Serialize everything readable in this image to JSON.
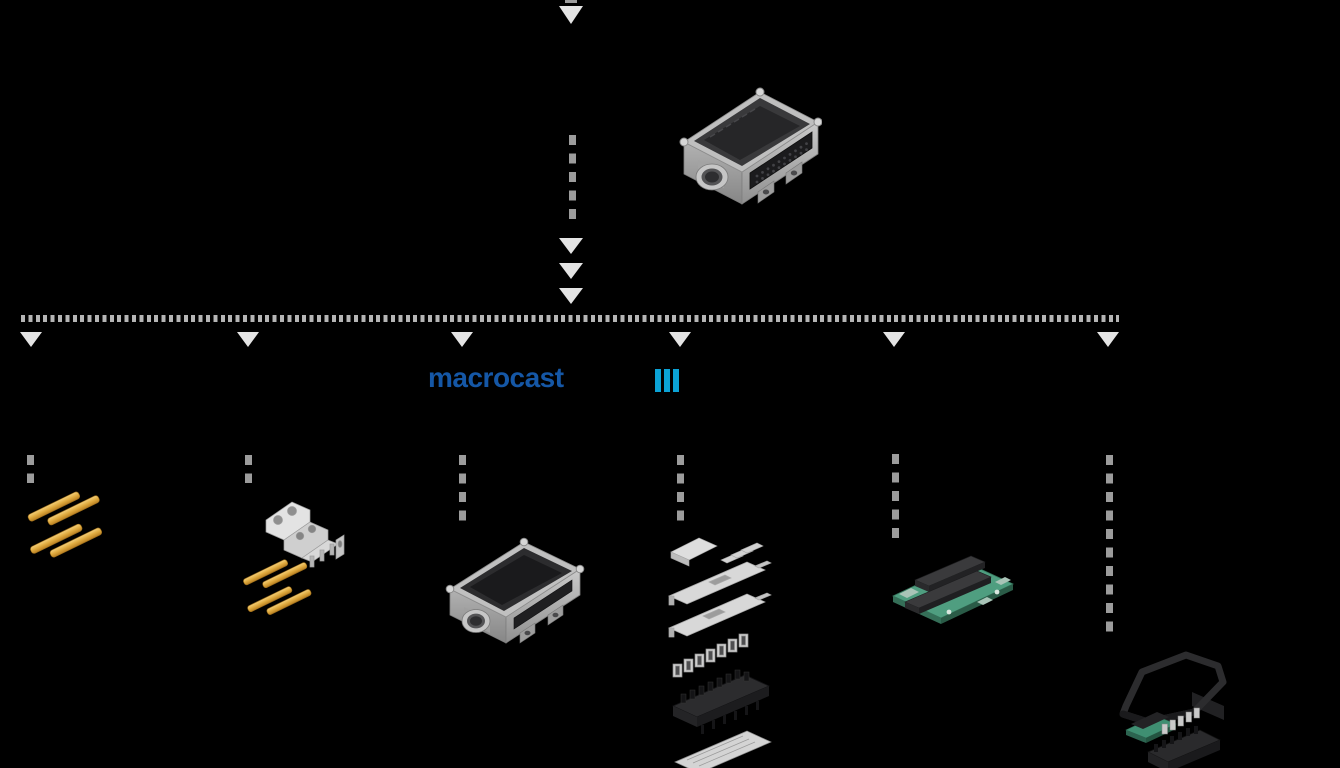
{
  "page": {
    "background_color": "#000000"
  },
  "brand": {
    "logo_text": "macrocast",
    "logo_color": "#1557a6",
    "bars_icon": {
      "name": "three-vertical-bars-icon",
      "color": "#0ba3d6",
      "bar_count": 3
    }
  },
  "palette": {
    "connector_dash_gray": "#9c9c9c",
    "dotted_rule_gray": "#b5b5b5",
    "arrow_gray": "#e4e4e4",
    "metal_silver": "#b9b9b9",
    "plastic_black": "#1e1f21",
    "contact_gold": "#e0ab3f",
    "pcb_green": "#4f9e80"
  },
  "diagram": {
    "type": "exploded-product-tree",
    "root": {
      "icon": "assembled-connector-housing-photo"
    },
    "flow": {
      "top_arrow_icon": "arrow-down-icon",
      "root_to_rule_chevron_count": 3,
      "branch_count": 6
    },
    "branches": [
      {
        "icon": "gold-contact-pins-photo"
      },
      {
        "icon": "stamped-contact-carrier-with-gold-pins-photo"
      },
      {
        "icon": "die-cast-frame-photo",
        "brand_label": "macrocast"
      },
      {
        "icon": "contact-insert-exploded-stack-photo"
      },
      {
        "icon": "pcb-module-photo"
      },
      {
        "icon": "gasket-pcb-connector-exploded-photo"
      }
    ]
  }
}
